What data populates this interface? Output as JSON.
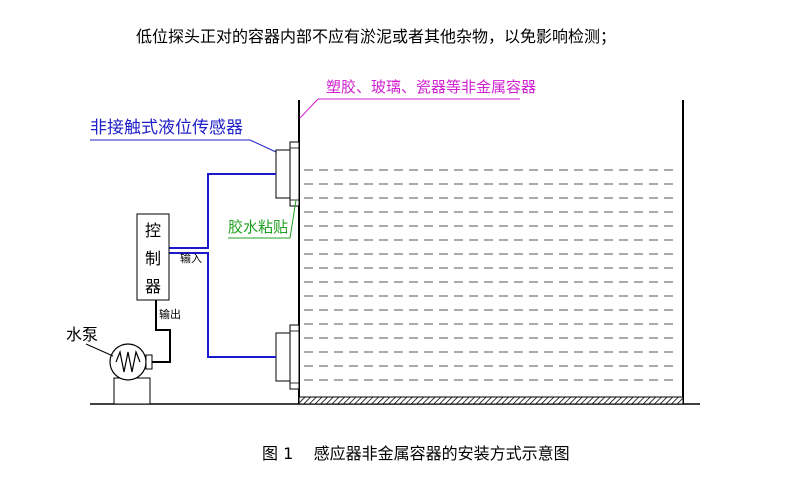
{
  "instruction_note": "低位探头正对的容器内部不应有淤泥或者其他杂物，以免影响检测；",
  "labels": {
    "container_material": "塑胶、玻璃、瓷器等非金属容器",
    "sensor": "非接触式液位传感器",
    "glue": "胶水粘贴",
    "controller_chars": [
      "控",
      "制",
      "器"
    ],
    "input": "输入",
    "output": "输出",
    "pump": "水泵"
  },
  "caption": "图 1    感应器非金属容器的安装方式示意图",
  "colors": {
    "line": "#000000",
    "wire": "#1a1acc",
    "sensor_label": "#2020c8",
    "container_label": "#d020d0",
    "glue_label": "#20a020",
    "water_dash": "#555555"
  }
}
